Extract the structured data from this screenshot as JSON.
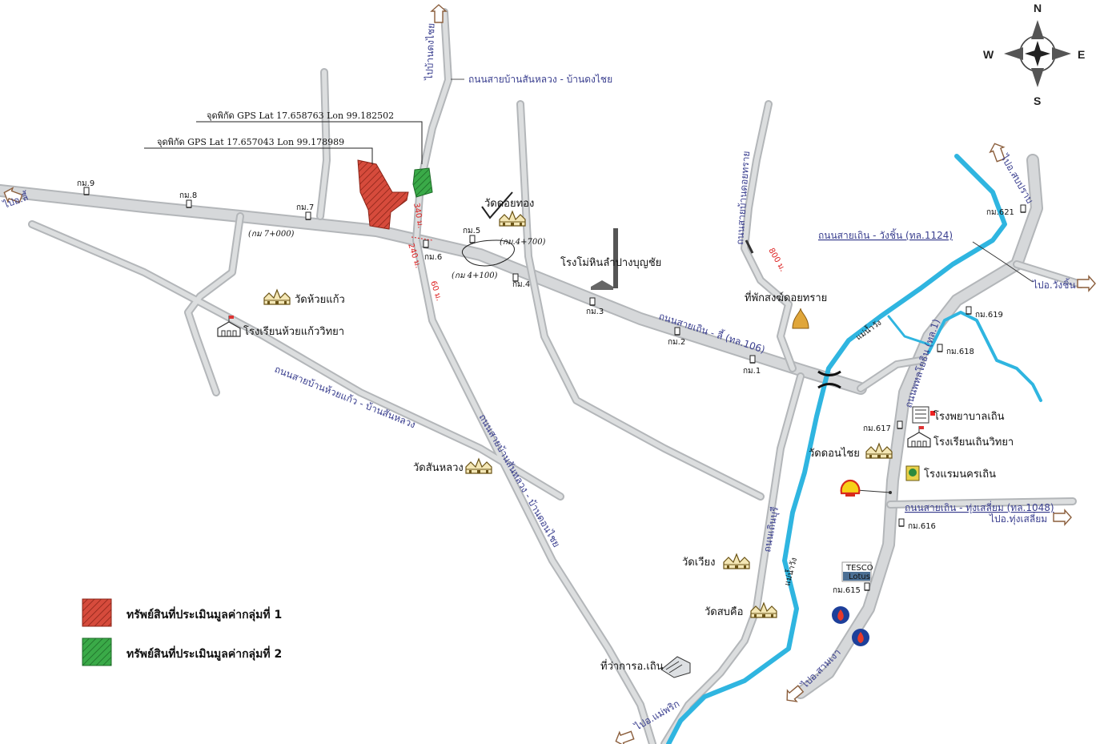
{
  "compass": {
    "n": "N",
    "s": "S",
    "e": "E",
    "w": "W"
  },
  "gps": {
    "point_1": "จุดพิกัด GPS Lat 17.658763 Lon 99.182502",
    "point_2": "จุดพิกัด GPS Lat 17.657043 Lon 99.178989"
  },
  "roads": {
    "sanluang_dongchai": "ถนนสายบ้านสันหลวง - บ้านดงไชย",
    "to_dongchai": "ไปบ้านดงไชย",
    "to_li": "ไปอ.ลี้",
    "thoen_li": "ถนนสายเถิน - ลี้ (ทล.106)",
    "huaikaeo_sanluang": "ถนนสายบ้านห้วยแก้ว - บ้านสันหลวง",
    "sanluang_doichai": "ถนนสายบ้านสันหลวง - บ้านดอนไชย",
    "doi_sai": "ถนนสายบ้านดอยทราย",
    "thoen_wangchin": "ถนนสายเถิน - วังชิ้น (ทล.1124)",
    "to_wangchin": "ไปอ.วังชิ้น",
    "to_sopprap": "ไปอ.สบปราบ",
    "phahonyothin": "ถนนพหลโยธิน (ทล.1)",
    "thoen_thungsaliam": "ถนนสายเถิน - ทุ่งเสลี่ยม (ทล.1048)",
    "to_thungsaliam": "ไปอ.ทุ่งเสลี่ยม",
    "thoen_buri": "ถนนเถินบุรี",
    "to_maephrik": "ไปอ.แม่พริก",
    "to_sam_ngao": "ไปอ.สามเงา",
    "river_wang": "แม่น้ำวัง"
  },
  "km": {
    "k9": "กม.9",
    "k8": "กม.8",
    "k7": "กม.7",
    "k6": "กม.6",
    "k5": "กม.5",
    "k4": "กม.4",
    "k3": "กม.3",
    "k2": "กม.2",
    "k1": "กม.1",
    "k621": "กม.621",
    "k619": "กม.619",
    "k618": "กม.618",
    "k617": "กม.617",
    "k616": "กม.616",
    "k615": "กม.615",
    "k7_000": "(กม 7+000)",
    "k4_700": "(กม.4+700)",
    "k4_100": "(กม 4+100)"
  },
  "distances": {
    "d340": "340 ม.",
    "d240": "240 ม.",
    "d60": "60 ม.",
    "d800": "800 ม."
  },
  "places": {
    "wat_doi_thong": "วัดดอยทอง",
    "mill": "โรงโม่หินลำปางบุญชัย",
    "wat_huai_kaeo": "วัดห้วยแก้ว",
    "school_huai_kaeo": "โรงเรียนห้วยแก้ววิทยา",
    "monk_residence": "ที่พักสงฆ์ดอยทราย",
    "wat_san_luang": "วัดสันหลวง",
    "hospital": "โรงพยาบาลเถิน",
    "school_thoen": "โรงเรียนเถินวิทยา",
    "wat_don_chai": "วัดดอนไชย",
    "hotel": "โรงแรมนครเถิน",
    "wat_wiang": "วัดเวียง",
    "wat_sop_khue": "วัดสบคือ",
    "district_office": "ที่ว่าการอ.เถิน",
    "tesco_top": "TESCO",
    "tesco_bottom": "Lotus"
  },
  "legend": {
    "group_1": "ทรัพย์สินที่ประเมินมูลค่ากลุ่มที่ 1",
    "group_2": "ทรัพย์สินที่ประเมินมูลค่ากลุ่มที่ 2"
  },
  "colors": {
    "road": "#d4d6d8",
    "road_edge": "#b9bcbf",
    "river": "#2fb5e0",
    "group_1": "#d64b3c",
    "group_2": "#3aaa48",
    "road_label": "#3a3f8f",
    "distance": "#dd2222"
  }
}
